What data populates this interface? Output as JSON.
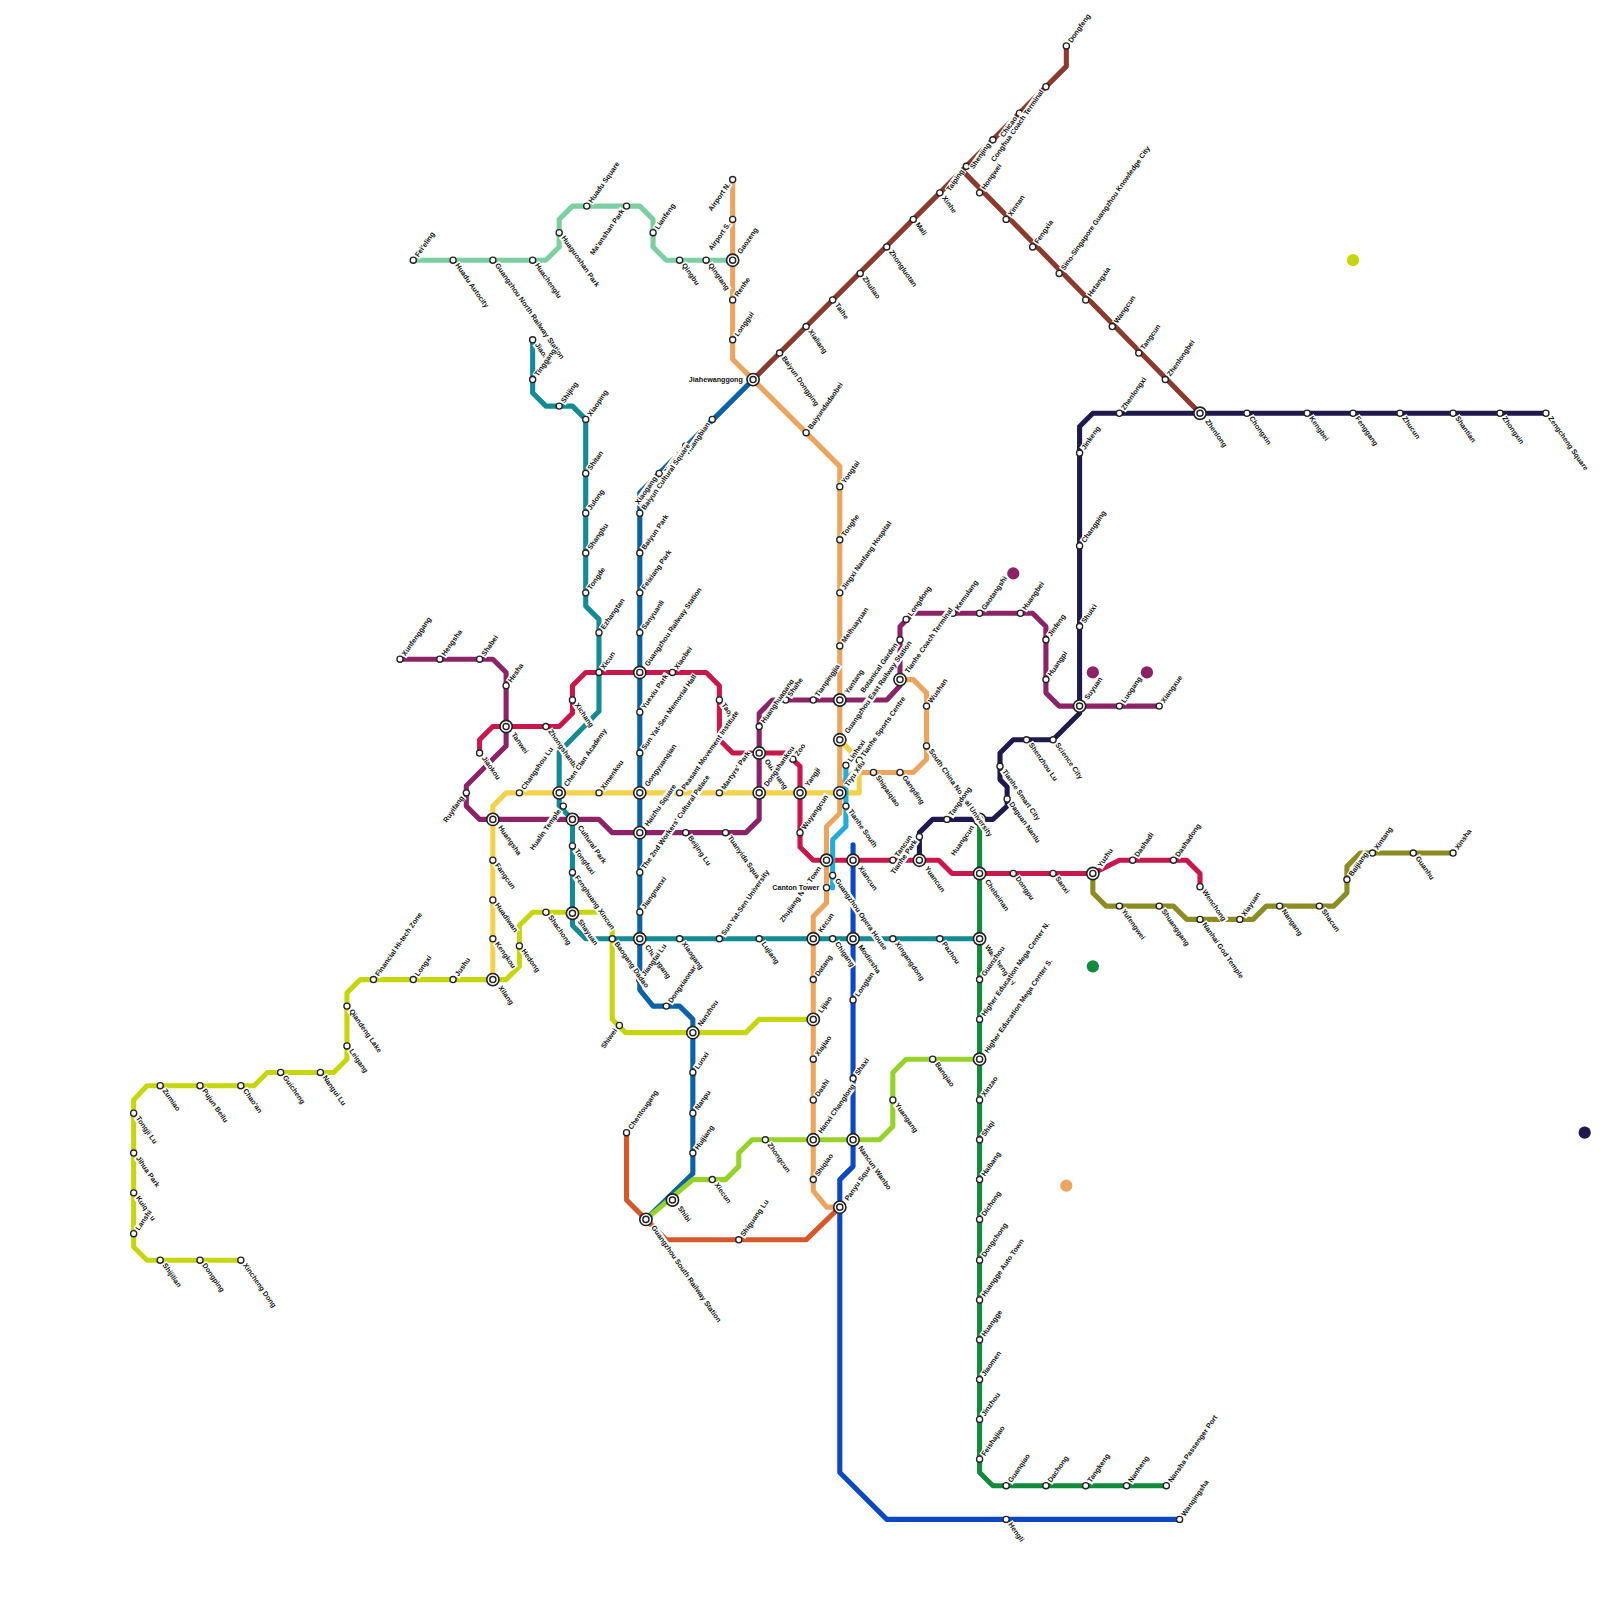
{
  "diagram": {
    "labels": [
      "Fei'eling",
      "Huadu Autocity",
      "Guangzhou North Railway Station",
      "Huachenglu",
      "Huaguoshan Park",
      "Huadu Square",
      "Ma'anshan Park",
      "Lianfeng",
      "Qingbu",
      "Qingtang",
      "Gaozeng",
      "Airport N.",
      "Airport S.",
      "Renhe",
      "Longgui",
      "Jiahewanggong",
      "Baiyundadaobei",
      "Yongtai",
      "Tonghe",
      "Jingxi Nanfang Hospital",
      "Meihuayuan",
      "Yantang",
      "Guangzhou East Railway Station",
      "Linhexi",
      "Tiyu Xilu",
      "Zhujiang New Town",
      "Canton Tower",
      "Kecun",
      "Datang",
      "Lijiao",
      "Xiajiao",
      "Dashi",
      "Hanxi Changlong",
      "Shiqiao",
      "Panyu Square",
      "Tianhe Coach Terminal",
      "Wushan",
      "South China Normal University",
      "Gangding",
      "Shipaiqiao",
      "Tianhe Sports Centre",
      "Huangbian",
      "Jiangxia",
      "Xiaogang",
      "Baiyun Cultural Square",
      "Baiyun Park",
      "Feixiang Park",
      "Sanyuanli",
      "Guangzhou Railway Station",
      "Yuexiu Park",
      "Sun Yat-Sen Memorial Hall",
      "Gongyuanqian",
      "Haizhu Square",
      "The 2nd Workers' Cultural Palace",
      "Jiangnanxi",
      "Changgang",
      "Jiangtai Lu",
      "Dongxiaonan",
      "Nanzhou",
      "Luoxi",
      "Nanpu",
      "Huijiang",
      "Shibi",
      "Guangzhou South Railway Station",
      "Jiaokou",
      "Tanwei",
      "Zhongshanba",
      "Xichang",
      "Xiaobei",
      "Taojin",
      "Ouzhuang",
      "Zoo",
      "Yangji",
      "Wuyangcun",
      "Xiancun",
      "Tancun",
      "Yuancun",
      "Chebeinan",
      "Dongpu",
      "Sanxi",
      "Yuzhu",
      "Dashadi",
      "Dashadong",
      "Wenchong",
      "Xunfenggang",
      "Hengsha",
      "Shabei",
      "Hesha",
      "Ruyifang",
      "Huangsha",
      "Cultural Park",
      "Beijing Lu",
      "Tuanyida Square",
      "Dongshankou",
      "Huanghuagang",
      "Shahe",
      "Tianpingjia",
      "Botanical Garden",
      "Longdong",
      "Kemulang",
      "Gaotangshi",
      "Huangbei",
      "Jinfeng",
      "Huangpi",
      "Suyuan",
      "Luogang",
      "Xiangxue",
      "Xilang",
      "Kengkou",
      "Huadiwan",
      "Fangcun",
      "Changshou Lu",
      "Chen Clan Academy",
      "Ximenkou",
      "Peasant Movement Institute",
      "Martyrs' Park",
      "Jiaoxin",
      "Tinggang",
      "Shijing",
      "Xiaoping",
      "Shitan",
      "Julong",
      "Shangbu",
      "Tongde",
      "Ezhangtan",
      "Xicun",
      "Hualin Temple",
      "Tongfuxi",
      "Fenghuang Xincun",
      "Shayuan",
      "Baogang Dadao",
      "Xiaogang",
      "Sun Yat-Sen University",
      "Lujiang",
      "Chigang",
      "Modiesha",
      "Xingangdong",
      "Pazhou",
      "Wanshengwei",
      "Zhenlong",
      "Chongxin",
      "Kengbei",
      "Fenggang",
      "Zhucun",
      "Shantian",
      "Zhongxin",
      "Zengcheng Square",
      "Zhenlongxi",
      "Jinkeng",
      "Changping",
      "Shuixi",
      "Science City",
      "Shenzhou Lu",
      "Tianhe Smart City",
      "Daguan Nanlu",
      "Huangcun",
      "Tangdong",
      "Tianhe Park",
      "Dongfeng",
      "Conghua Coach Terminal",
      "Chicao",
      "Shenjing",
      "Taiping",
      "Xinhe",
      "Mali",
      "Zhongluotan",
      "Zhuliao",
      "Taihe",
      "Xialiang",
      "Baiyun Dongping",
      "Hongwei",
      "Xinnan",
      "Fengxia",
      "Sino-Singapore Guangzhou Knowledge City",
      "Hetangxia",
      "Wangcun",
      "Tangcun",
      "Zhenlongbei",
      "Guanzhou",
      "Higher Education Mega Center N.",
      "Higher Education Mega Center S.",
      "Xinzao",
      "Shiqi",
      "Haibang",
      "Dichong",
      "Dongchong",
      "Huangge Auto Town",
      "Huangge",
      "Jiaomen",
      "Jinzhou",
      "Feishajiao",
      "Guanqiao",
      "Dachong",
      "Tangkeng",
      "Nanheng",
      "Nansha Passenger Port",
      "Longtan",
      "Shaxi",
      "Nancun Wanbo",
      "Hengli",
      "Wanqingsha",
      "Yufengwei",
      "Shuanggang",
      "Nanhai God Temple",
      "Xiayuan",
      "Nangang",
      "Shacun",
      "Baijiang",
      "Xintang",
      "Guanhu",
      "Xinsha",
      "Jushu",
      "Longxi",
      "Financial Hi-tech Zone",
      "Qiandeng Lake",
      "Leigang",
      "Nangui Lu",
      "Guicheng",
      "Chao'an",
      "Pujun Beilu",
      "Zumiao",
      "Tongji Lu",
      "Jihua Park",
      "Kuiqi Lu",
      "Lanshi",
      "Shijilian",
      "Dongping",
      "Xincheng Dong",
      "Hedong",
      "Shachong",
      "Shiwei",
      "Xiecun",
      "Zhongcun",
      "Yuangang",
      "Banqiao",
      "Chentougang",
      "Shiguang Lu",
      "Tianhe South",
      "Guangzhou Opera House"
    ]
  }
}
